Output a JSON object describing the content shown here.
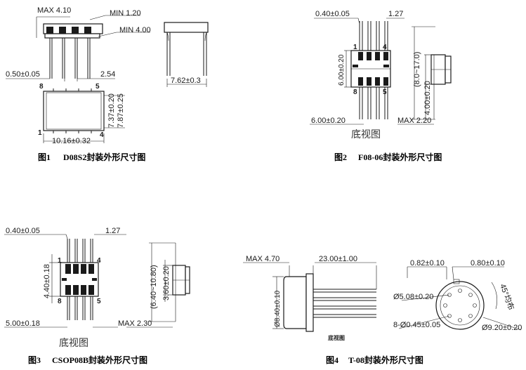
{
  "fig1": {
    "max_height": "MAX 4.10",
    "min_lead": "MIN 1.20",
    "min_lead_len": "MIN 4.00",
    "lead_width": "0.50±0.05",
    "pitch": "2.54",
    "row_spacing": "7.62±0.3",
    "pin8": "8",
    "pin5": "5",
    "pin1": "1",
    "pin4": "4",
    "width_a": "7.37±0.20",
    "width_b": "7.87±0.25",
    "length": "10.16±0.32",
    "caption_fig": "图1",
    "caption_text": "D08S2封装外形尺寸图"
  },
  "fig2": {
    "lead_width": "0.40±0.05",
    "pitch": "1.27",
    "body_w": "6.00±0.20",
    "overall": "(8.0~17.0)",
    "body_h": "4.00±0.20",
    "lead_span": "6.00±0.20",
    "max_h": "MAX 2.20",
    "pin1": "1",
    "pin4": "4",
    "pin8": "8",
    "pin5": "5",
    "view_label": "底视图",
    "caption_fig": "图2",
    "caption_text": "F08-06封装外形尺寸图"
  },
  "fig3": {
    "lead_width": "0.40±0.05",
    "pitch": "1.27",
    "body_w": "4.40±0.18",
    "overall": "(6.40~10.80)",
    "body_h": "3.60±0.20",
    "lead_span": "5.00±0.18",
    "max_h": "MAX 2.30",
    "pin1": "1",
    "pin4": "4",
    "pin8": "8",
    "pin5": "5",
    "view_label": "底视图",
    "caption_fig": "图3",
    "caption_text": "CSOP08B封装外形尺寸图"
  },
  "fig4": {
    "max_h": "MAX 4.70",
    "lead_len": "23.00±1.00",
    "cap_dia": "Ø8.40±0.10",
    "tab_w": "0.82±0.10",
    "tab_h": "0.80±0.10",
    "pcd": "Ø5.08±0.20",
    "leads": "8-Ø0.45±0.05",
    "flange": "Ø9.20±0.20",
    "angle": "45°均布",
    "view_label": "底视图",
    "caption_fig": "图4",
    "caption_text": "T-08封装外形尺寸图"
  }
}
